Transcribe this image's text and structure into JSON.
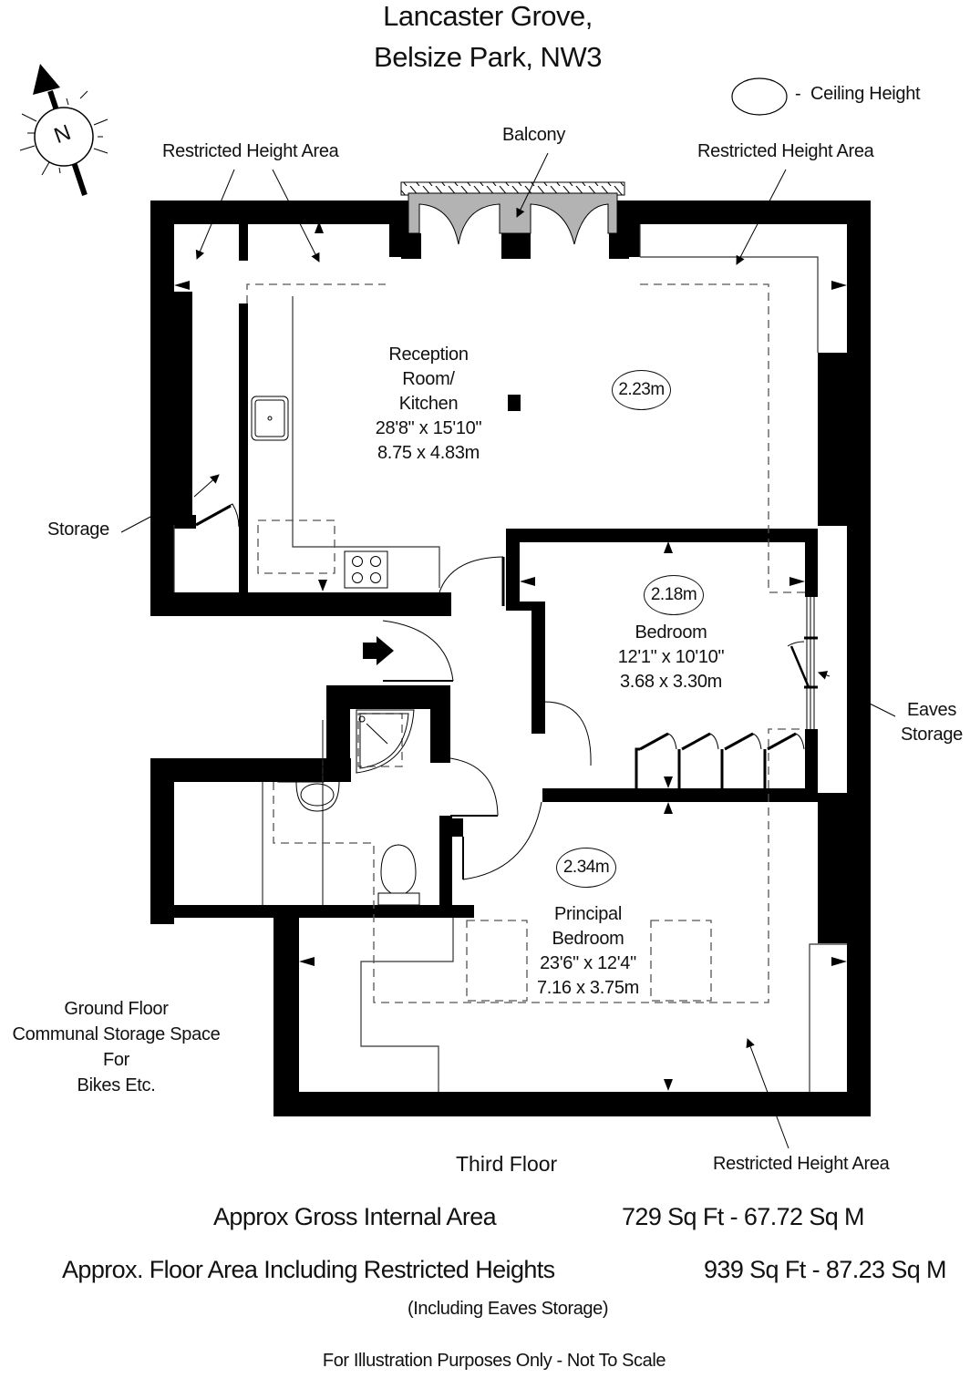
{
  "header": {
    "title_line1": "Lancaster Grove,",
    "title_line2": "Belsize Park, NW3"
  },
  "compass": {
    "icon": "north-arrow-compass-icon",
    "label": "N"
  },
  "legend": {
    "symbol": "ellipse",
    "dash": "-",
    "label": "Ceiling Height"
  },
  "annotations": {
    "restricted_top_left": "Restricted Height Area",
    "restricted_top_right": "Restricted Height Area",
    "restricted_bottom_right": "Restricted Height Area",
    "balcony": "Balcony",
    "storage": "Storage",
    "eaves_line1": "Eaves",
    "eaves_line2": "Storage",
    "communal_line1": "Ground Floor",
    "communal_line2": "Communal Storage Space",
    "communal_line3": "For",
    "communal_line4": "Bikes Etc."
  },
  "rooms": [
    {
      "name_lines": [
        "Reception",
        "Room/",
        "Kitchen"
      ],
      "imperial": "28'8\" x 15'10\"",
      "metric": "8.75 x 4.83m",
      "ceiling_height": "2.23m"
    },
    {
      "name_lines": [
        "Bedroom"
      ],
      "imperial": "12'1\" x 10'10\"",
      "metric": "3.68 x 3.30m",
      "ceiling_height": "2.18m"
    },
    {
      "name_lines": [
        "Principal",
        "Bedroom"
      ],
      "imperial": "23'6\" x 12'4\"",
      "metric": "7.16 x 3.75m",
      "ceiling_height": "2.34m"
    }
  ],
  "floor_label": "Third Floor",
  "areas": {
    "gross_label": "Approx Gross Internal Area",
    "gross_value": "729 Sq Ft  - 67.72 Sq M",
    "restricted_label": "Approx. Floor Area Including Restricted Heights",
    "restricted_value": "939 Sq Ft  -  87.23 Sq M",
    "restricted_note": "(Including Eaves Storage)"
  },
  "disclaimer": "For Illustration Purposes Only - Not To Scale",
  "colors": {
    "wall": "#000000",
    "balcony_fill": "#b3b3b3",
    "dash": "#555555",
    "background": "#ffffff"
  }
}
